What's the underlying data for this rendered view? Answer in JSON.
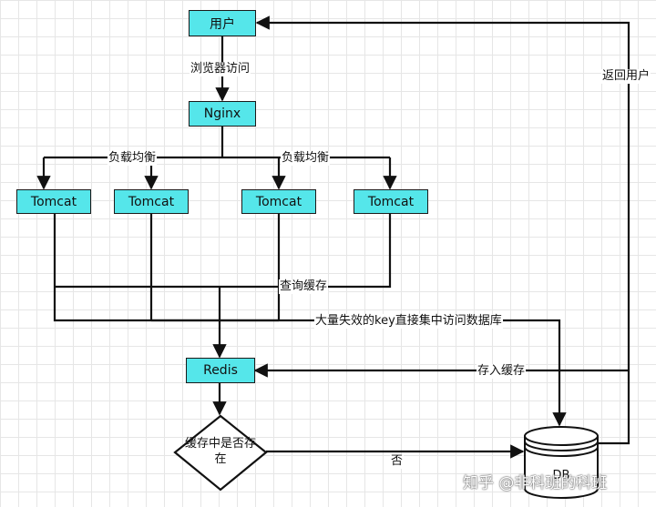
{
  "nodes": {
    "user": "用户",
    "nginx": "Nginx",
    "tomcat1": "Tomcat",
    "tomcat2": "Tomcat",
    "tomcat3": "Tomcat",
    "tomcat4": "Tomcat",
    "redis": "Redis",
    "decision": "缓存中是否存在",
    "db": "DB"
  },
  "edges": {
    "browser_access": "浏览器访问",
    "load_balance_left": "负载均衡",
    "load_balance_right": "负载均衡",
    "query_cache": "查询缓存",
    "mass_expiry": "大量失效的key直接集中访问数据库",
    "store_cache": "存入缓存",
    "no": "否",
    "return_user": "返回用户"
  },
  "watermark": "知乎 @非科班的科班"
}
